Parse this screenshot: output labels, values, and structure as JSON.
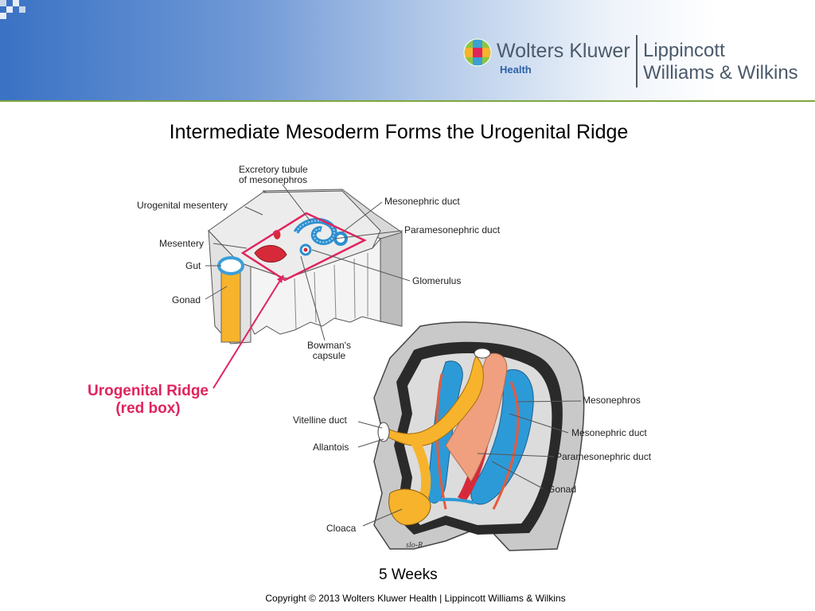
{
  "header": {
    "brand_name": "Wolters Kluwer",
    "brand_sub": "Health",
    "partner_line1": "Lippincott",
    "partner_line2": "Williams & Wilkins",
    "colors": {
      "band": "#3a72c4",
      "rule": "#7fa642"
    }
  },
  "slide": {
    "title": "Intermediate Mesoderm Forms the Urogenital Ridge",
    "callout_line1": "Urogenital Ridge",
    "callout_line2": "(red box)",
    "stage_label": "5 Weeks",
    "copyright": "Copyright © 2013 Wolters Kluwer Health | Lippincott Williams & Wilkins",
    "accent_color": "#e0245e"
  },
  "diagram_top": {
    "labels": {
      "excretory_tubule_1": "Excretory tubule",
      "excretory_tubule_2": "of mesonephros",
      "urogenital_mesentery": "Urogenital mesentery",
      "mesentery": "Mesentery",
      "gut": "Gut",
      "gonad": "Gonad",
      "mesonephric_duct": "Mesonephric duct",
      "paramesonephric_duct": "Paramesonephric duct",
      "glomerulus": "Glomerulus",
      "bowmans_1": "Bowman's",
      "bowmans_2": "capsule"
    }
  },
  "diagram_bottom": {
    "labels": {
      "vitelline_duct": "Vitelline duct",
      "allantois": "Allantois",
      "cloaca": "Cloaca",
      "mesonephros": "Mesonephros",
      "mesonephric_duct": "Mesonephric duct",
      "paramesonephric_duct": "Paramesonephric duct",
      "gonad": "Gonad"
    },
    "signature": "slo-R"
  }
}
